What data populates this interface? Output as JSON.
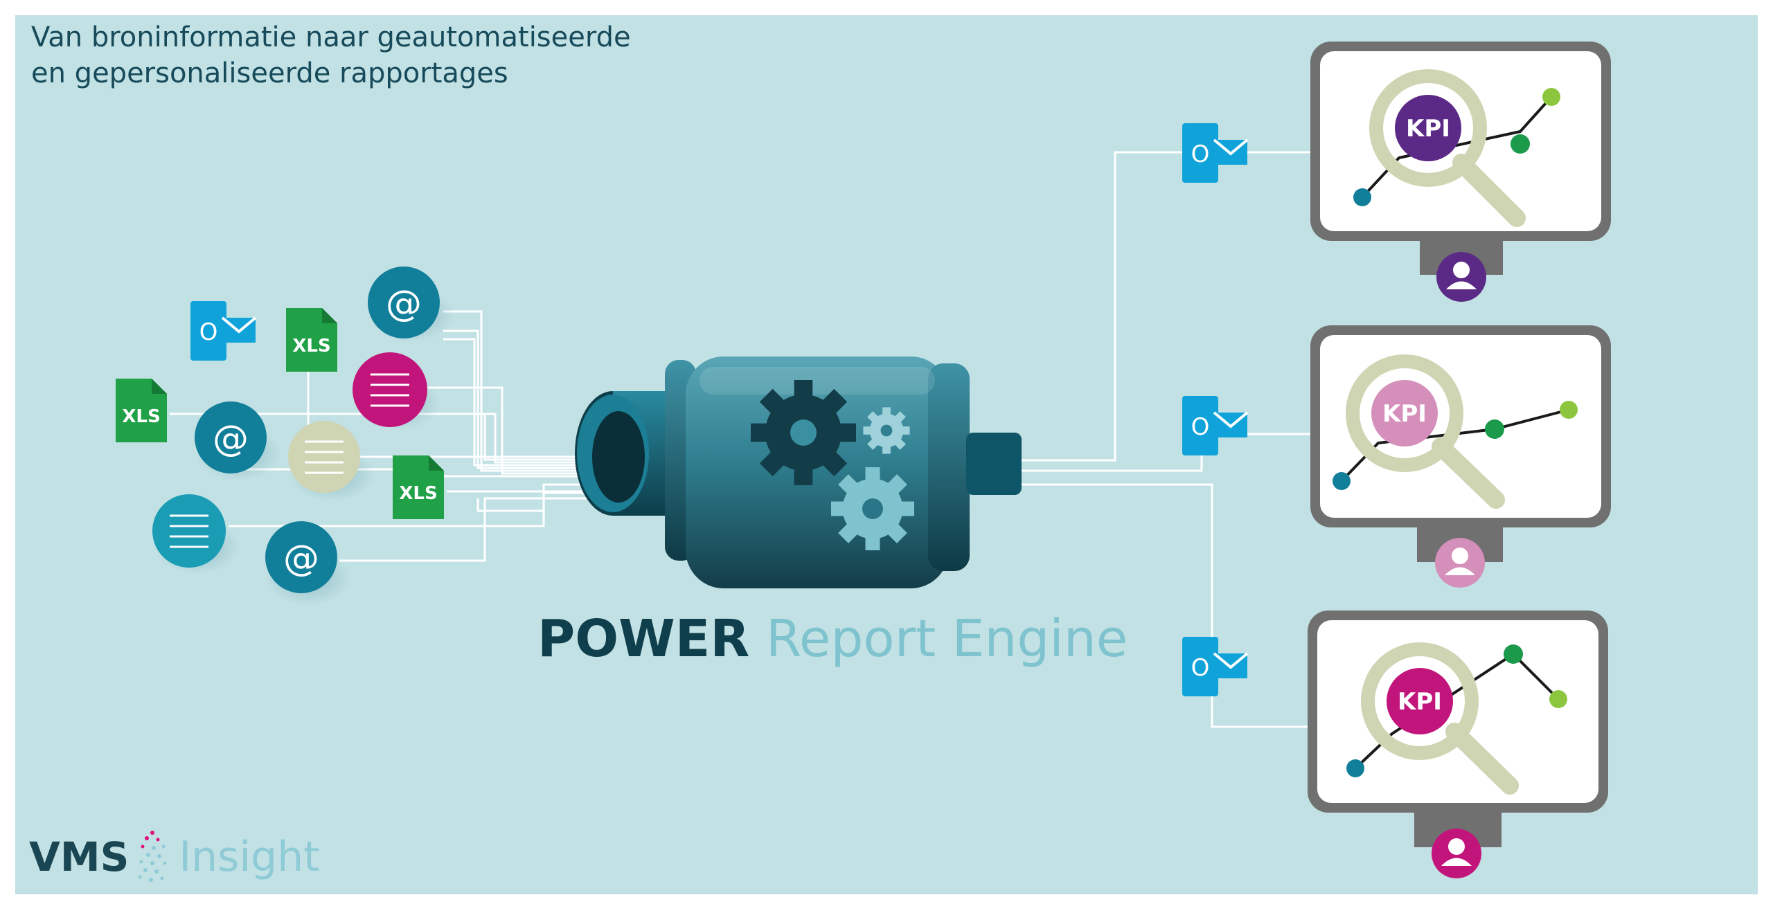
{
  "caption": {
    "line1": "Van broninformatie naar geautomatiseerde",
    "line2": "en gepersonaliseerde rapportages"
  },
  "engine": {
    "title_bold": "POWER",
    "title_light": "Report Engine"
  },
  "logo": {
    "brand": "VMS",
    "product": "Insight"
  },
  "sources": {
    "at_symbol": "@",
    "xls_label": "XLS",
    "outlook_letter": "O"
  },
  "reports": {
    "kpi_label": "KPI",
    "outlook_letter": "O"
  },
  "colors": {
    "background": "#c2e1e4",
    "teal": "#127f9a",
    "dark_teal": "#0f3f4c",
    "light_teal": "#7fc3cf",
    "excel_green": "#21a147",
    "magenta": "#c2157b",
    "outlook_blue": "#0fa3da",
    "purple": "#5a2a86",
    "pink": "#d58fbb",
    "sage": "#cfd4b2",
    "monitor_gray": "#707070"
  }
}
